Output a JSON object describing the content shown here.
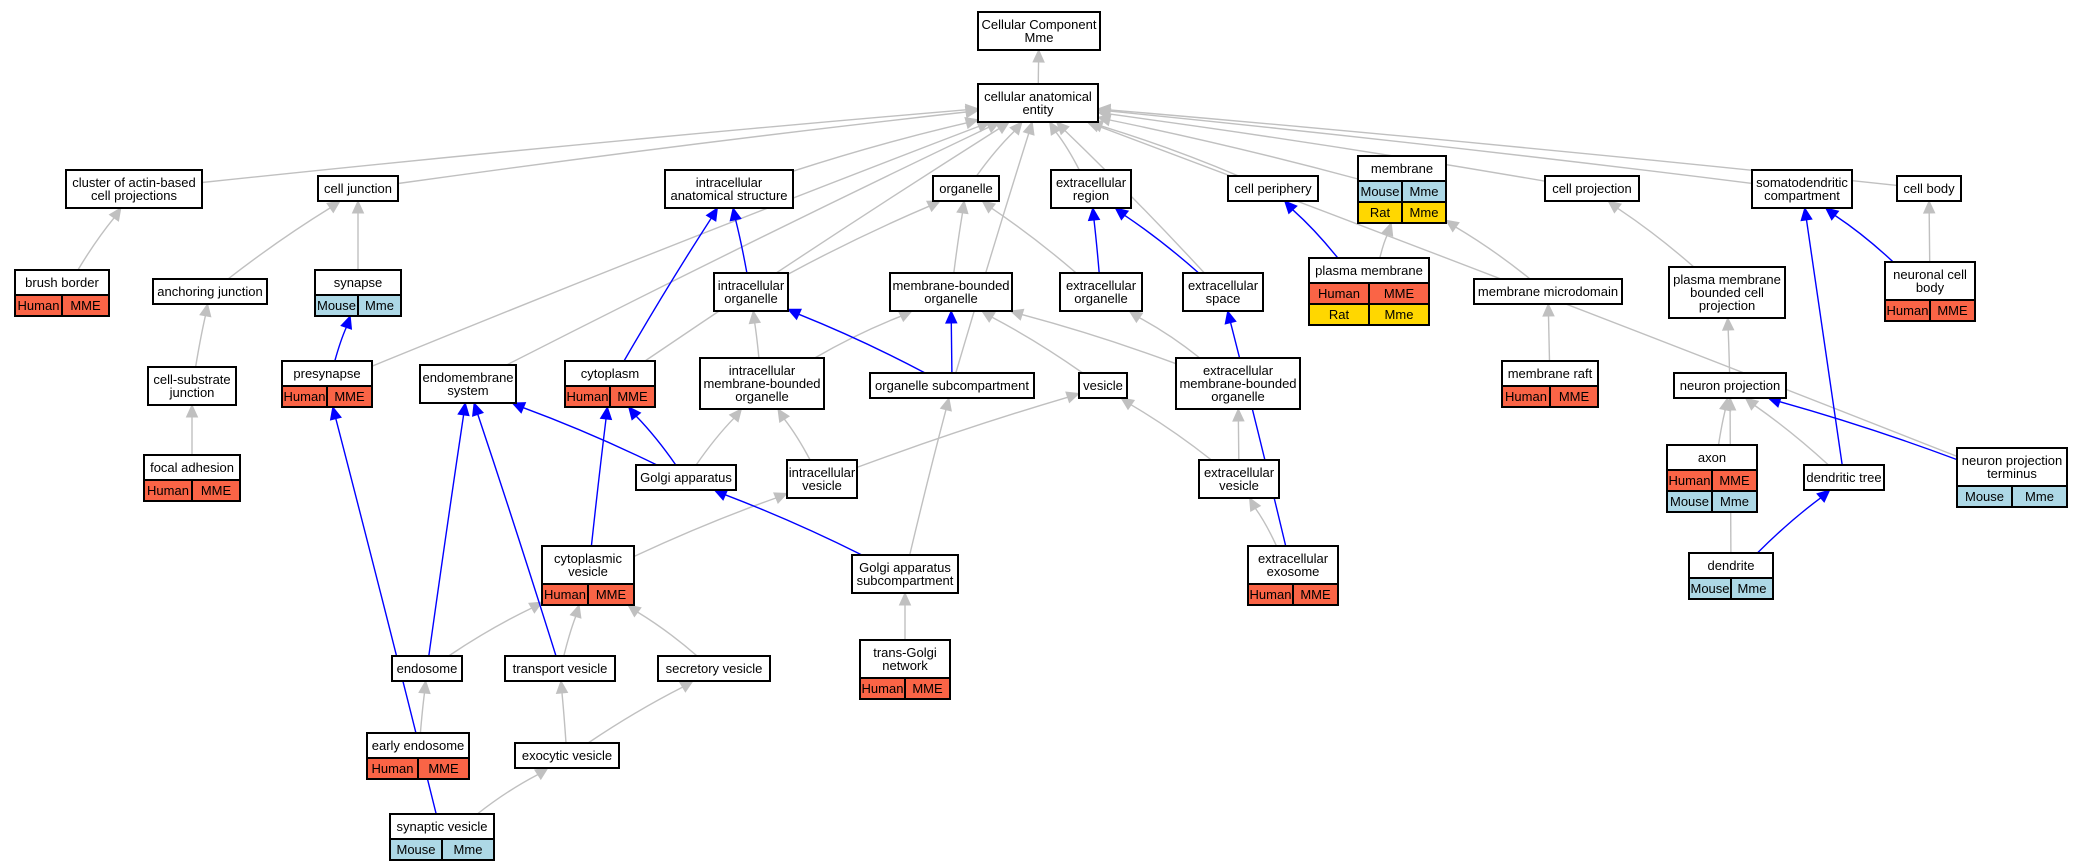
{
  "colors": {
    "Human": "#FA6446",
    "Mouse": "#ADD8E6",
    "Rat": "#FFD700",
    "gray_edge": "#C0C0C0",
    "blue_edge": "#0000FF"
  },
  "nodes": {
    "root": {
      "lines": [
        "Cellular Component",
        "Mme"
      ]
    },
    "cae": {
      "lines": [
        "cellular anatomical",
        "entity"
      ]
    },
    "cacp": {
      "lines": [
        "cluster of actin-based",
        "cell projections"
      ]
    },
    "cj": {
      "lines": [
        "cell junction"
      ]
    },
    "ias": {
      "lines": [
        "intracellular",
        "anatomical structure"
      ]
    },
    "org": {
      "lines": [
        "organelle"
      ]
    },
    "er": {
      "lines": [
        "extracellular",
        "region"
      ]
    },
    "cper": {
      "lines": [
        "cell periphery"
      ]
    },
    "mem": {
      "lines": [
        "membrane"
      ],
      "annotations": [
        [
          "Mouse",
          "Mme"
        ],
        [
          "Rat",
          "Mme"
        ]
      ]
    },
    "cproj": {
      "lines": [
        "cell projection"
      ]
    },
    "sdc": {
      "lines": [
        "somatodendritic",
        "compartment"
      ]
    },
    "cb": {
      "lines": [
        "cell body"
      ]
    },
    "bb": {
      "lines": [
        "brush border"
      ],
      "annotations": [
        [
          "Human",
          "MME"
        ]
      ]
    },
    "aj": {
      "lines": [
        "anchoring junction"
      ]
    },
    "syn": {
      "lines": [
        "synapse"
      ],
      "annotations": [
        [
          "Mouse",
          "Mme"
        ]
      ]
    },
    "io": {
      "lines": [
        "intracellular",
        "organelle"
      ]
    },
    "mbo": {
      "lines": [
        "membrane-bounded",
        "organelle"
      ]
    },
    "eo": {
      "lines": [
        "extracellular",
        "organelle"
      ]
    },
    "es": {
      "lines": [
        "extracellular",
        "space"
      ]
    },
    "pm": {
      "lines": [
        "plasma membrane"
      ],
      "annotations": [
        [
          "Human",
          "MME"
        ],
        [
          "Rat",
          "Mme"
        ]
      ]
    },
    "mmd": {
      "lines": [
        "membrane microdomain"
      ]
    },
    "pmbcp": {
      "lines": [
        "plasma membrane",
        "bounded cell",
        "projection"
      ]
    },
    "ncb": {
      "lines": [
        "neuronal cell",
        "body"
      ],
      "annotations": [
        [
          "Human",
          "MME"
        ]
      ]
    },
    "csj": {
      "lines": [
        "cell-substrate",
        "junction"
      ]
    },
    "pre": {
      "lines": [
        "presynapse"
      ],
      "annotations": [
        [
          "Human",
          "MME"
        ]
      ]
    },
    "ems": {
      "lines": [
        "endomembrane",
        "system"
      ]
    },
    "cyt": {
      "lines": [
        "cytoplasm"
      ],
      "annotations": [
        [
          "Human",
          "MME"
        ]
      ]
    },
    "imbo": {
      "lines": [
        "intracellular",
        "membrane-bounded",
        "organelle"
      ]
    },
    "osub": {
      "lines": [
        "organelle subcompartment"
      ]
    },
    "ves": {
      "lines": [
        "vesicle"
      ]
    },
    "embo": {
      "lines": [
        "extracellular",
        "membrane-bounded",
        "organelle"
      ]
    },
    "mr": {
      "lines": [
        "membrane raft"
      ],
      "annotations": [
        [
          "Human",
          "MME"
        ]
      ]
    },
    "np": {
      "lines": [
        "neuron projection"
      ]
    },
    "fa": {
      "lines": [
        "focal adhesion"
      ],
      "annotations": [
        [
          "Human",
          "MME"
        ]
      ]
    },
    "ga": {
      "lines": [
        "Golgi apparatus"
      ]
    },
    "iv": {
      "lines": [
        "intracellular",
        "vesicle"
      ]
    },
    "ev": {
      "lines": [
        "extracellular",
        "vesicle"
      ]
    },
    "axon": {
      "lines": [
        "axon"
      ],
      "annotations": [
        [
          "Human",
          "MME"
        ],
        [
          "Mouse",
          "Mme"
        ]
      ]
    },
    "dt": {
      "lines": [
        "dendritic tree"
      ]
    },
    "npt": {
      "lines": [
        "neuron projection",
        "terminus"
      ],
      "annotations": [
        [
          "Mouse",
          "Mme"
        ]
      ]
    },
    "cv": {
      "lines": [
        "cytoplasmic",
        "vesicle"
      ],
      "annotations": [
        [
          "Human",
          "MME"
        ]
      ]
    },
    "gas": {
      "lines": [
        "Golgi apparatus",
        "subcompartment"
      ]
    },
    "exo": {
      "lines": [
        "extracellular",
        "exosome"
      ],
      "annotations": [
        [
          "Human",
          "MME"
        ]
      ]
    },
    "den": {
      "lines": [
        "dendrite"
      ],
      "annotations": [
        [
          "Mouse",
          "Mme"
        ]
      ]
    },
    "endo": {
      "lines": [
        "endosome"
      ]
    },
    "tv": {
      "lines": [
        "transport vesicle"
      ]
    },
    "sv": {
      "lines": [
        "secretory vesicle"
      ]
    },
    "tgn": {
      "lines": [
        "trans-Golgi",
        "network"
      ],
      "annotations": [
        [
          "Human",
          "MME"
        ]
      ]
    },
    "ee": {
      "lines": [
        "early endosome"
      ],
      "annotations": [
        [
          "Human",
          "MME"
        ]
      ]
    },
    "exv": {
      "lines": [
        "exocytic vesicle"
      ]
    },
    "synv": {
      "lines": [
        "synaptic vesicle"
      ],
      "annotations": [
        [
          "Mouse",
          "Mme"
        ]
      ]
    }
  },
  "edges": [
    {
      "from": "cae",
      "to": "root",
      "type": "is_a"
    },
    {
      "from": "cacp",
      "to": "cae",
      "type": "is_a"
    },
    {
      "from": "cj",
      "to": "cae",
      "type": "is_a"
    },
    {
      "from": "ias",
      "to": "cae",
      "type": "is_a"
    },
    {
      "from": "org",
      "to": "cae",
      "type": "is_a"
    },
    {
      "from": "er",
      "to": "cae",
      "type": "is_a"
    },
    {
      "from": "cper",
      "to": "cae",
      "type": "is_a"
    },
    {
      "from": "mem",
      "to": "cae",
      "type": "is_a"
    },
    {
      "from": "cproj",
      "to": "cae",
      "type": "is_a"
    },
    {
      "from": "sdc",
      "to": "cae",
      "type": "is_a"
    },
    {
      "from": "cb",
      "to": "cae",
      "type": "is_a"
    },
    {
      "from": "bb",
      "to": "cacp",
      "type": "is_a"
    },
    {
      "from": "aj",
      "to": "cj",
      "type": "is_a"
    },
    {
      "from": "syn",
      "to": "cj",
      "type": "is_a"
    },
    {
      "from": "pre",
      "to": "cae",
      "type": "is_a"
    },
    {
      "from": "ems",
      "to": "cae",
      "type": "is_a"
    },
    {
      "from": "cyt",
      "to": "cae",
      "type": "is_a"
    },
    {
      "from": "osub",
      "to": "cae",
      "type": "is_a"
    },
    {
      "from": "es",
      "to": "cae",
      "type": "is_a"
    },
    {
      "from": "npt",
      "to": "cae",
      "type": "is_a"
    },
    {
      "from": "io",
      "to": "org",
      "type": "is_a"
    },
    {
      "from": "mbo",
      "to": "org",
      "type": "is_a"
    },
    {
      "from": "eo",
      "to": "org",
      "type": "is_a"
    },
    {
      "from": "pm",
      "to": "mem",
      "type": "is_a"
    },
    {
      "from": "mmd",
      "to": "mem",
      "type": "is_a"
    },
    {
      "from": "pmbcp",
      "to": "cproj",
      "type": "is_a"
    },
    {
      "from": "ncb",
      "to": "cb",
      "type": "is_a"
    },
    {
      "from": "csj",
      "to": "aj",
      "type": "is_a"
    },
    {
      "from": "imbo",
      "to": "io",
      "type": "is_a"
    },
    {
      "from": "imbo",
      "to": "mbo",
      "type": "is_a"
    },
    {
      "from": "ves",
      "to": "mbo",
      "type": "is_a"
    },
    {
      "from": "embo",
      "to": "mbo",
      "type": "is_a"
    },
    {
      "from": "embo",
      "to": "eo",
      "type": "is_a"
    },
    {
      "from": "mr",
      "to": "mmd",
      "type": "is_a"
    },
    {
      "from": "np",
      "to": "pmbcp",
      "type": "is_a"
    },
    {
      "from": "fa",
      "to": "csj",
      "type": "is_a"
    },
    {
      "from": "ga",
      "to": "imbo",
      "type": "is_a"
    },
    {
      "from": "iv",
      "to": "imbo",
      "type": "is_a"
    },
    {
      "from": "iv",
      "to": "ves",
      "type": "is_a"
    },
    {
      "from": "ev",
      "to": "ves",
      "type": "is_a"
    },
    {
      "from": "ev",
      "to": "embo",
      "type": "is_a"
    },
    {
      "from": "axon",
      "to": "np",
      "type": "is_a"
    },
    {
      "from": "dt",
      "to": "np",
      "type": "is_a"
    },
    {
      "from": "den",
      "to": "np",
      "type": "is_a"
    },
    {
      "from": "cv",
      "to": "iv",
      "type": "is_a"
    },
    {
      "from": "gas",
      "to": "osub",
      "type": "is_a"
    },
    {
      "from": "exo",
      "to": "ev",
      "type": "is_a"
    },
    {
      "from": "endo",
      "to": "cv",
      "type": "is_a"
    },
    {
      "from": "tv",
      "to": "cv",
      "type": "is_a"
    },
    {
      "from": "sv",
      "to": "cv",
      "type": "is_a"
    },
    {
      "from": "tgn",
      "to": "gas",
      "type": "is_a"
    },
    {
      "from": "ee",
      "to": "endo",
      "type": "is_a"
    },
    {
      "from": "exv",
      "to": "tv",
      "type": "is_a"
    },
    {
      "from": "exv",
      "to": "sv",
      "type": "is_a"
    },
    {
      "from": "synv",
      "to": "exv",
      "type": "is_a"
    },
    {
      "from": "pre",
      "to": "syn",
      "type": "part_of"
    },
    {
      "from": "io",
      "to": "ias",
      "type": "part_of"
    },
    {
      "from": "cyt",
      "to": "ias",
      "type": "part_of"
    },
    {
      "from": "eo",
      "to": "er",
      "type": "part_of"
    },
    {
      "from": "es",
      "to": "er",
      "type": "part_of"
    },
    {
      "from": "pm",
      "to": "cper",
      "type": "part_of"
    },
    {
      "from": "ncb",
      "to": "sdc",
      "type": "part_of"
    },
    {
      "from": "osub",
      "to": "io",
      "type": "part_of"
    },
    {
      "from": "osub",
      "to": "mbo",
      "type": "part_of"
    },
    {
      "from": "ga",
      "to": "ems",
      "type": "part_of"
    },
    {
      "from": "ga",
      "to": "cyt",
      "type": "part_of"
    },
    {
      "from": "npt",
      "to": "np",
      "type": "part_of"
    },
    {
      "from": "dt",
      "to": "sdc",
      "type": "part_of"
    },
    {
      "from": "cv",
      "to": "cyt",
      "type": "part_of"
    },
    {
      "from": "gas",
      "to": "ga",
      "type": "part_of"
    },
    {
      "from": "exo",
      "to": "es",
      "type": "part_of"
    },
    {
      "from": "den",
      "to": "dt",
      "type": "part_of"
    },
    {
      "from": "endo",
      "to": "ems",
      "type": "part_of"
    },
    {
      "from": "tv",
      "to": "ems",
      "type": "part_of"
    },
    {
      "from": "synv",
      "to": "pre",
      "type": "part_of"
    }
  ]
}
